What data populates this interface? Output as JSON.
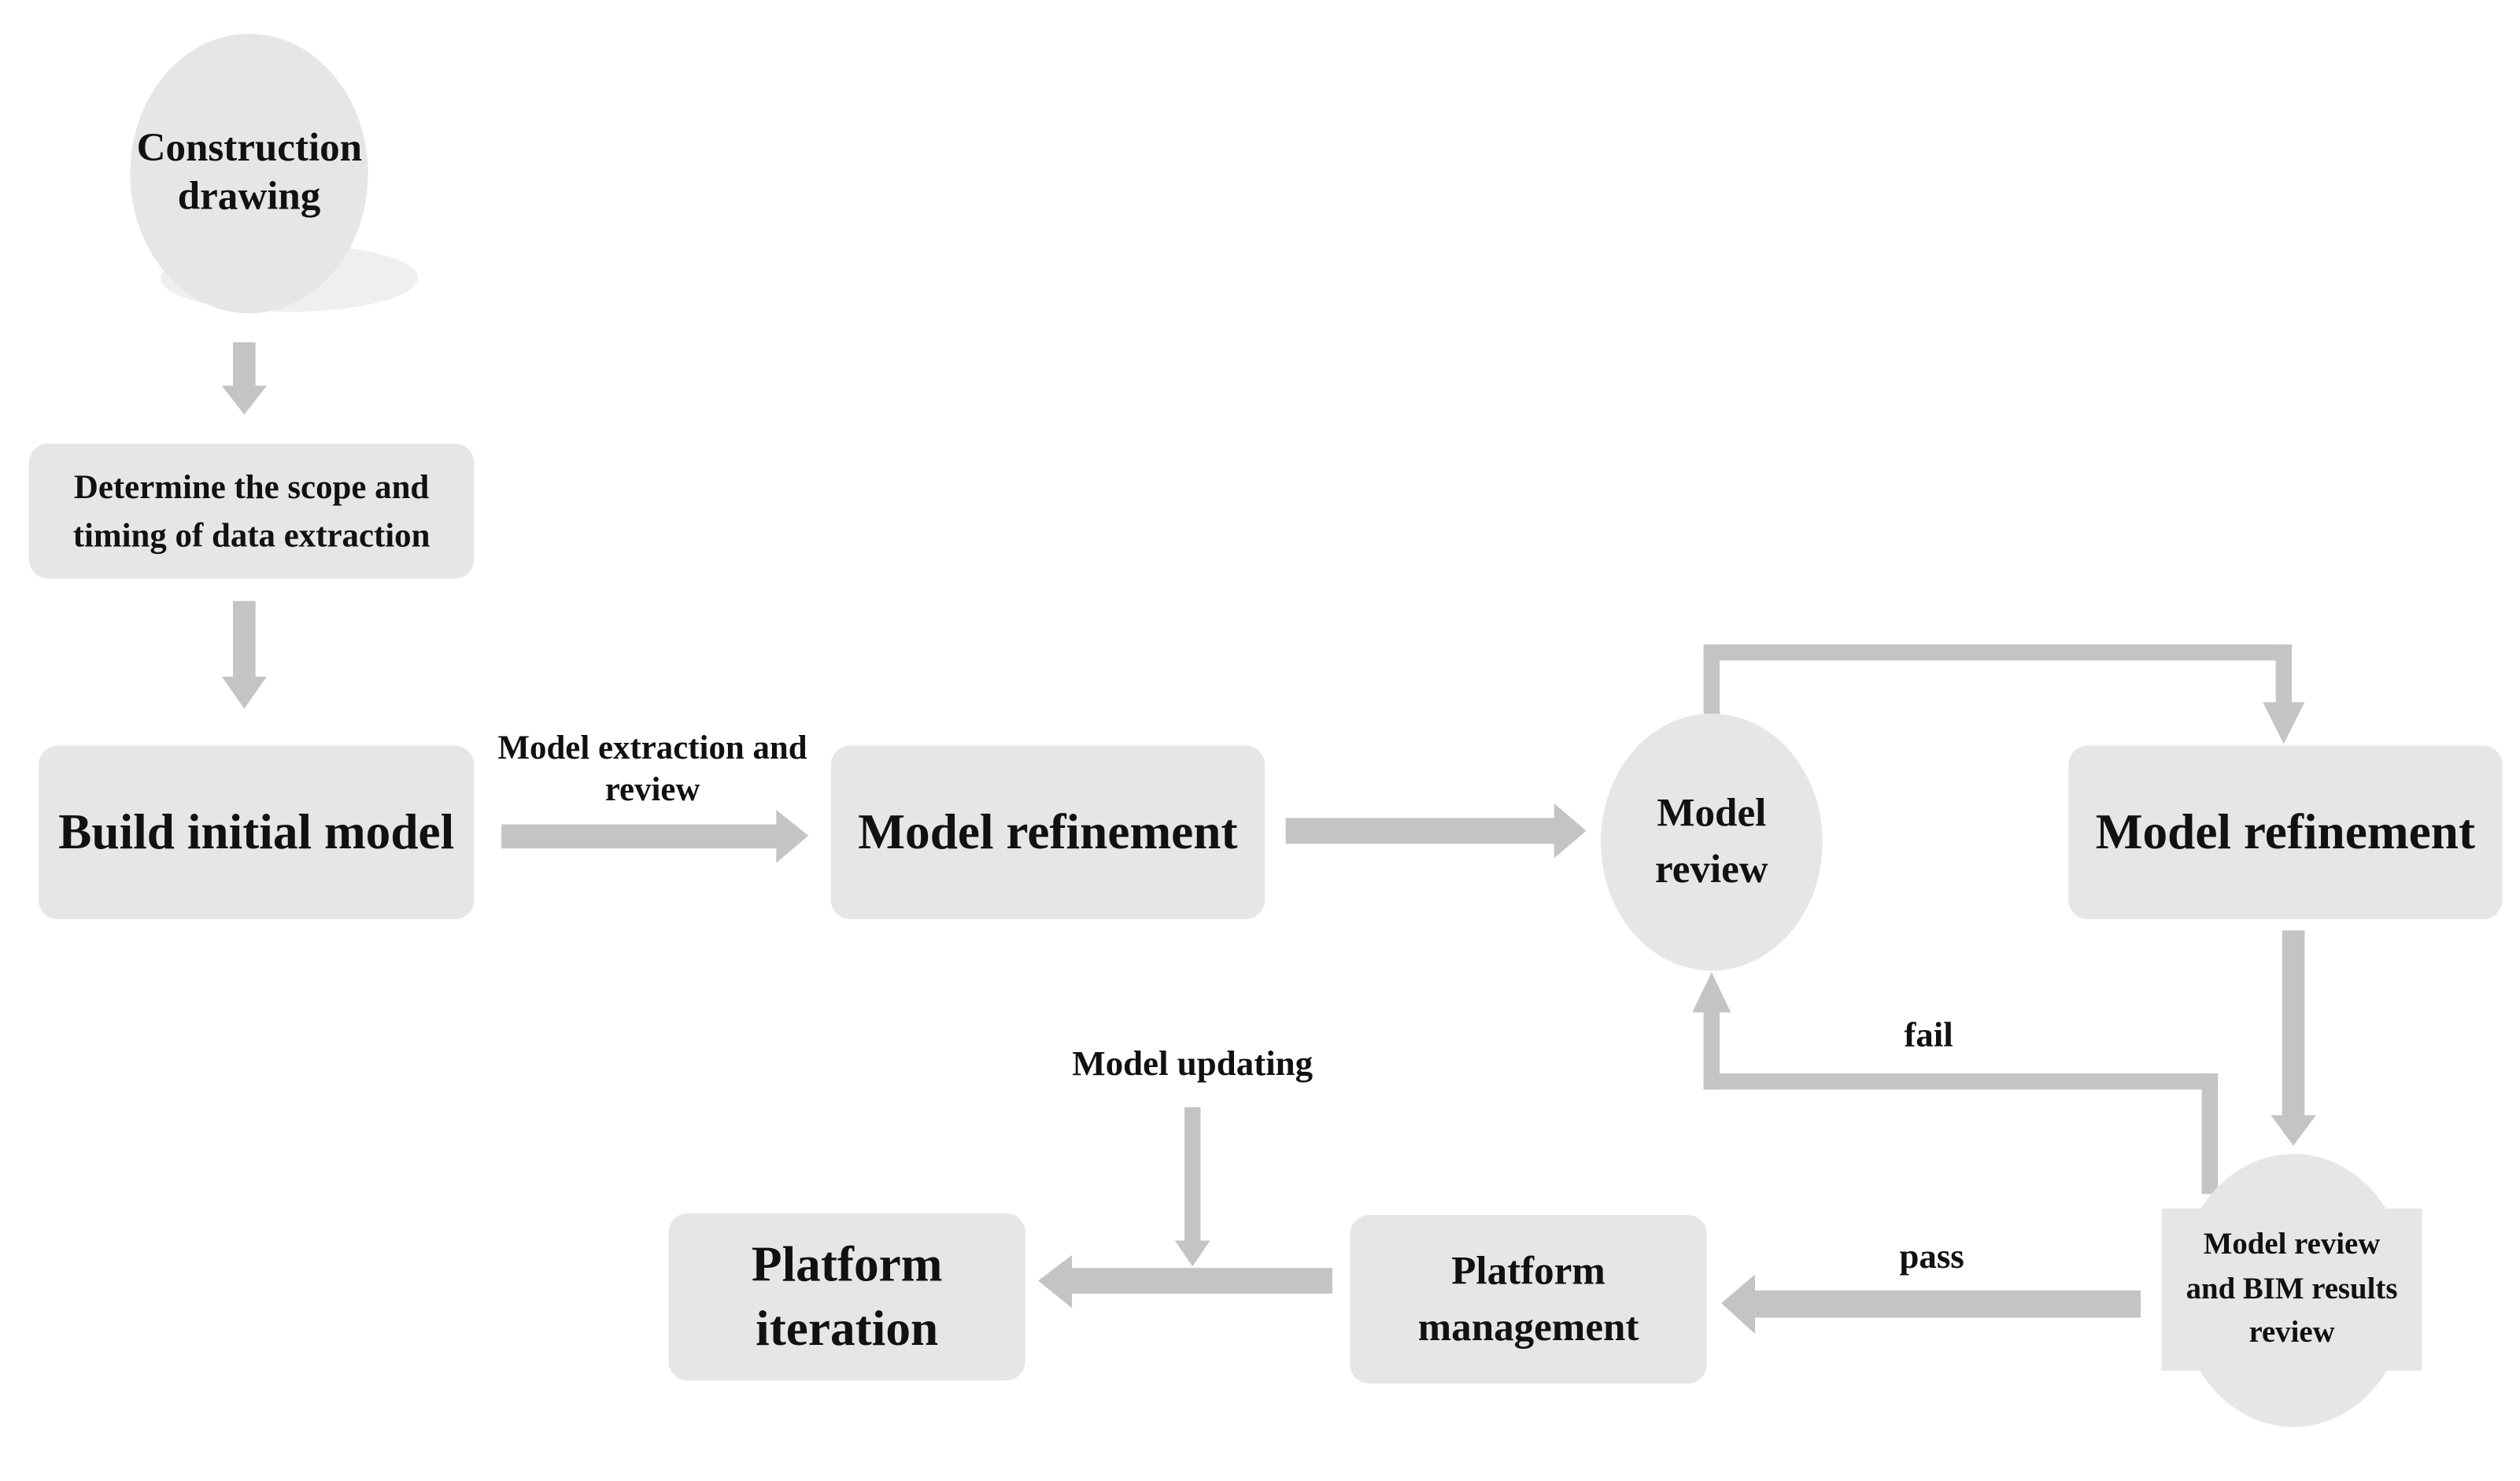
{
  "nodes": {
    "construction_drawing": "Construction drawing",
    "determine_scope": "Determine the scope and timing of data extraction",
    "build_initial_model": "Build initial model",
    "model_refinement_1": "Model refinement",
    "model_review": "Model review",
    "model_refinement_2": "Model refinement",
    "model_and_bim_review": "Model review and BIM results review",
    "platform_management": "Platform management",
    "platform_iteration": "Platform iteration"
  },
  "labels": {
    "extraction_review": "Model extraction and review",
    "fail": "fail",
    "pass": "pass",
    "model_updating": "Model updating"
  },
  "colors": {
    "node_fill": "#e6e6e6",
    "arrow": "#c4c4c4"
  }
}
